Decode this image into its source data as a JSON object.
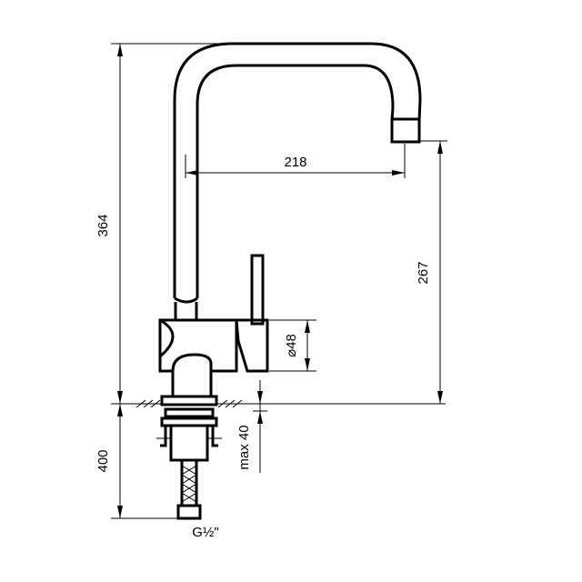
{
  "drawing": {
    "dimensions": {
      "reach": "218",
      "total_height": "364",
      "spout_height": "267",
      "body_diameter": "⌀48",
      "max_thickness": "max 40",
      "hose_length": "400",
      "connection": "G½\""
    }
  }
}
